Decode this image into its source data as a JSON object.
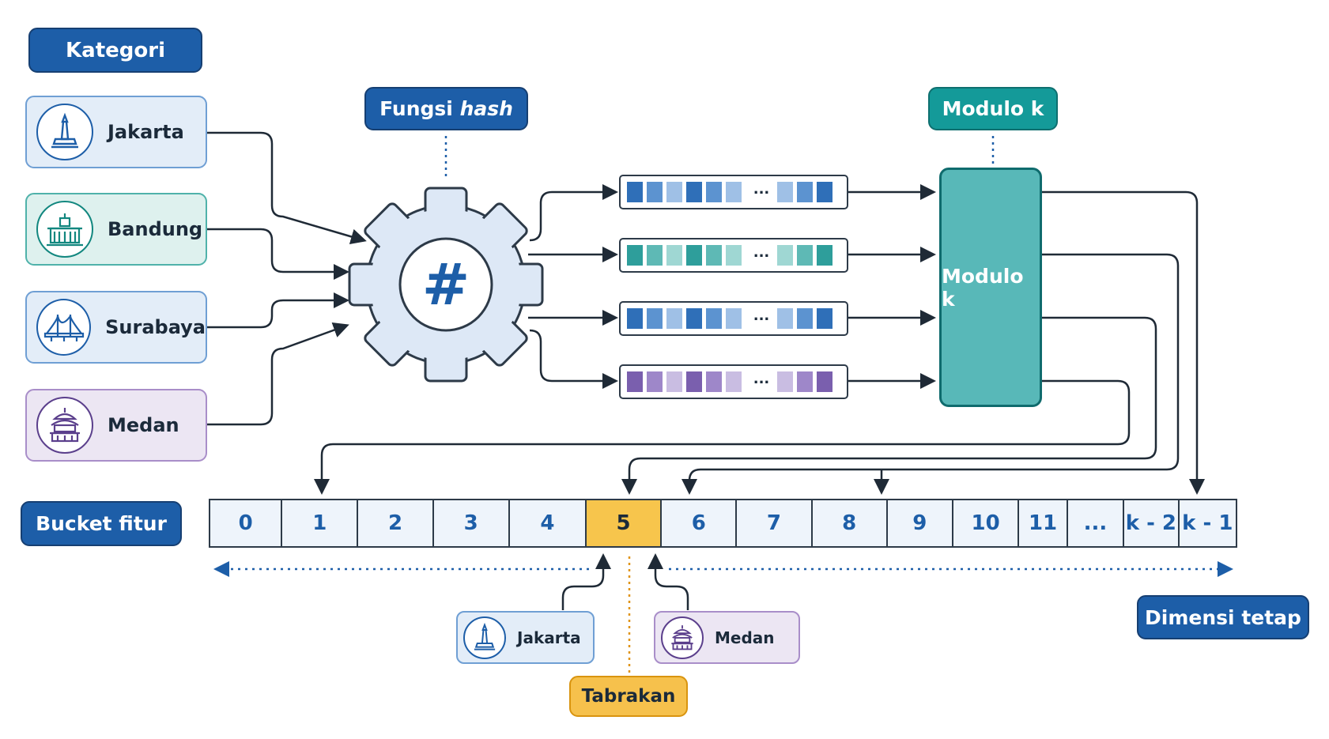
{
  "labels": {
    "kategori": "Kategori",
    "fungsi_hash_main": "Fungsi",
    "fungsi_hash_italic": "hash",
    "modulo_top": "Modulo k",
    "modulo_box": "Modulo k",
    "bucket_fitur": "Bucket fitur",
    "dimensi_tetap": "Dimensi tetap",
    "tabrakan": "Tabrakan",
    "hash_symbol": "#",
    "vector_ellipsis": "..."
  },
  "categories": [
    {
      "name": "Jakarta",
      "icon": "monas-icon",
      "fill": "#e3edf8",
      "border": "#6f9fd4",
      "icon_color": "#1d5ea8"
    },
    {
      "name": "Bandung",
      "icon": "gedung-sate-icon",
      "fill": "#def1ee",
      "border": "#4fb2aa",
      "icon_color": "#12877f"
    },
    {
      "name": "Surabaya",
      "icon": "suramadu-bridge-icon",
      "fill": "#e3edf8",
      "border": "#6f9fd4",
      "icon_color": "#1d5ea8"
    },
    {
      "name": "Medan",
      "icon": "pagoda-icon",
      "fill": "#ece6f3",
      "border": "#a98ec9",
      "icon_color": "#5b3f8c"
    }
  ],
  "vector_colors": [
    {
      "dark": "#2f6fb8",
      "mid": "#5c93d0",
      "light": "#9fc0e6"
    },
    {
      "dark": "#2e9e9b",
      "mid": "#5eb9b5",
      "light": "#9fd7d3"
    },
    {
      "dark": "#2f6fb8",
      "mid": "#5c93d0",
      "light": "#9fc0e6"
    },
    {
      "dark": "#7a5fae",
      "mid": "#9e87c9",
      "light": "#c9bde2"
    }
  ],
  "buckets": [
    "0",
    "1",
    "2",
    "3",
    "4",
    "5",
    "6",
    "7",
    "8",
    "9",
    "10",
    "11",
    "...",
    "k - 2",
    "k - 1"
  ],
  "highlight_bucket": "5",
  "collision": {
    "left": {
      "name": "Jakarta",
      "icon": "monas-icon"
    },
    "right": {
      "name": "Medan",
      "icon": "pagoda-icon"
    }
  },
  "colors": {
    "dark_blue": "#1d5ea8",
    "teal": "#149a99",
    "amber": "#f6c14c",
    "line": "#2d3a48"
  }
}
